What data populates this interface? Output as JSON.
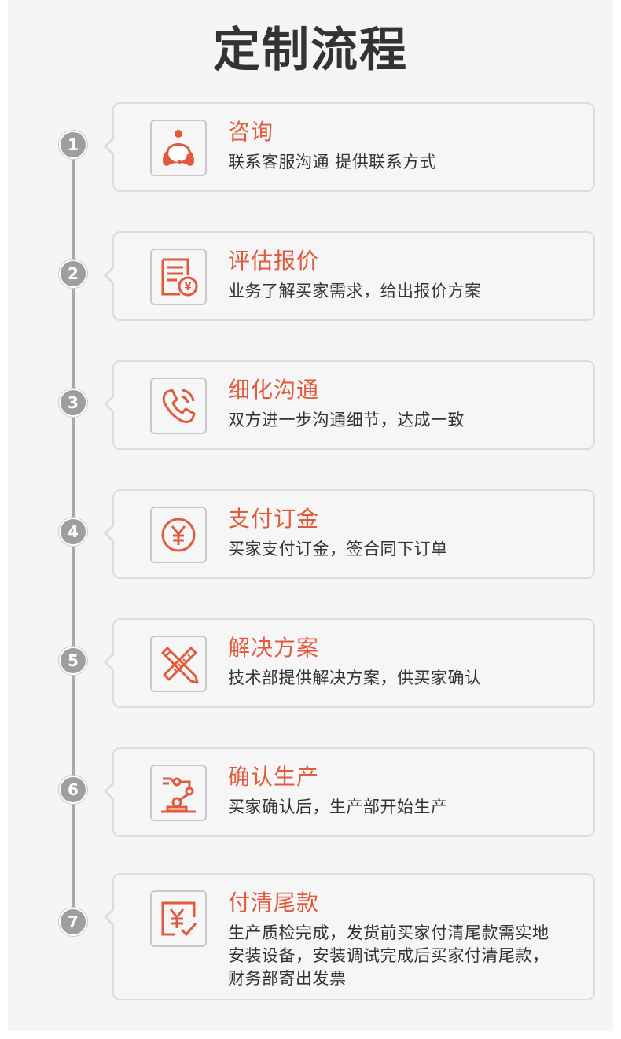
{
  "page": {
    "title": "定制流程"
  },
  "colors": {
    "accent": "#e25a3d",
    "badge": "#9e9e9e",
    "text": "#333333",
    "card_border": "#dcdcdc",
    "background": "#f5f5f5"
  },
  "steps": [
    {
      "number": "1",
      "title": "咨询",
      "desc": "联系客服沟通 提供联系方式",
      "icon": "customer-service-icon"
    },
    {
      "number": "2",
      "title": "评估报价",
      "desc": "业务了解买家需求，给出报价方案",
      "icon": "quote-document-icon"
    },
    {
      "number": "3",
      "title": "细化沟通",
      "desc": "双方进一步沟通细节，达成一致",
      "icon": "phone-icon"
    },
    {
      "number": "4",
      "title": "支付订金",
      "desc": "买家支付订金，签合同下订单",
      "icon": "yuan-coin-icon"
    },
    {
      "number": "5",
      "title": "解决方案",
      "desc": "技术部提供解决方案，供买家确认",
      "icon": "pencil-ruler-icon"
    },
    {
      "number": "6",
      "title": "确认生产",
      "desc": "买家确认后，生产部开始生产",
      "icon": "robot-arm-icon"
    },
    {
      "number": "7",
      "title": "付清尾款",
      "desc": "生产质检完成，发货前买家付清尾款需实地安装设备，安装调试完成后买家付清尾款，财务部寄出发票",
      "icon": "payment-check-icon"
    }
  ]
}
